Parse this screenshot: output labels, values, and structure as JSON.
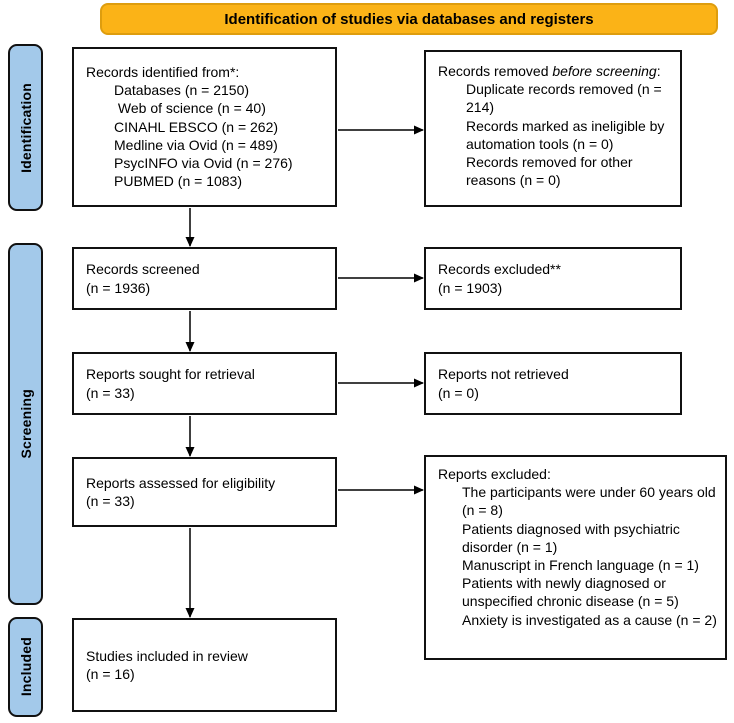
{
  "banner": {
    "label": "Identification of studies via databases and registers"
  },
  "colors": {
    "banner_fill": "#FBB317",
    "banner_border": "#DE9D0E",
    "stage_fill": "#A3C9EA",
    "box_border": "#111111",
    "arrow": "#000000"
  },
  "stages": [
    {
      "label": "Identification"
    },
    {
      "label": "Screening"
    },
    {
      "label": "Included"
    }
  ],
  "boxes": {
    "records_identified": {
      "heading": "Records identified from*:",
      "items": [
        "Databases (n = 2150)",
        " Web of science (n = 40)",
        "CINAHL EBSCO (n = 262)",
        "Medline via Ovid (n = 489)",
        "PsycINFO via Ovid (n = 276)",
        "PUBMED (n = 1083)"
      ]
    },
    "records_removed": {
      "heading_prefix": "Records removed ",
      "heading_italic": "before screening",
      "heading_suffix": ":",
      "items": [
        "Duplicate records removed (n = 214)",
        "Records marked as ineligible by automation tools (n = 0)",
        "Records removed for other reasons (n = 0)"
      ]
    },
    "records_screened": {
      "line1": "Records screened",
      "line2": "(n = 1936)"
    },
    "records_excluded": {
      "line1": "Records excluded**",
      "line2": "(n = 1903)"
    },
    "reports_sought": {
      "line1": "Reports sought for retrieval",
      "line2": "(n = 33)"
    },
    "reports_not_retrieved": {
      "line1": "Reports not retrieved",
      "line2": "(n = 0)"
    },
    "reports_assessed": {
      "line1": "Reports assessed for eligibility",
      "line2": "(n = 33)"
    },
    "reports_excluded": {
      "heading": "Reports excluded:",
      "items": [
        "The participants were under 60 years old (n = 8)",
        "Patients diagnosed with psychiatric disorder (n = 1)",
        "Manuscript in French language (n = 1)",
        "Patients with newly diagnosed or unspecified chronic disease (n = 5)",
        "Anxiety is investigated as a cause (n = 2)"
      ]
    },
    "studies_included": {
      "line1": "Studies included in review",
      "line2": "(n = 16)"
    }
  }
}
